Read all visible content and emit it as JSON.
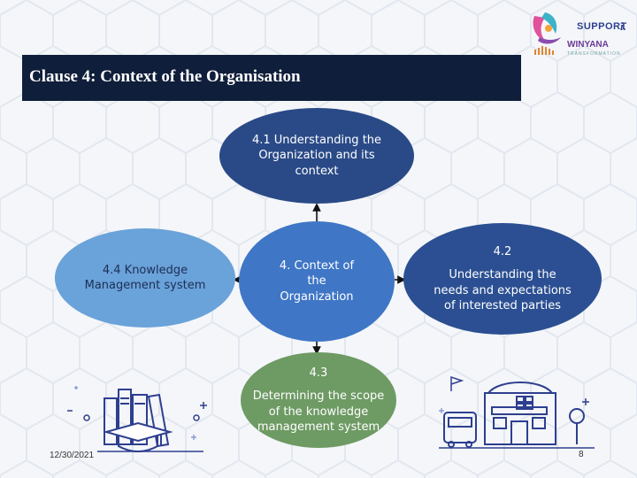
{
  "logo": {
    "line1": "SUPPORT",
    "mark": "i.",
    "line2": "WINYANA",
    "line3": "TRANSFORMATION"
  },
  "title": "Clause 4: Context of the Organisation",
  "nodes": {
    "top": "4.1 Understanding the\nOrganization and its\ncontext",
    "center": "4. Context of\nthe\nOrganization",
    "left": "4.4 Knowledge\nManagement system",
    "right_number": "4.2",
    "right": "Understanding the\nneeds and expectations\nof interested parties",
    "bottom_number": "4.3",
    "bottom": "Determining the scope\nof the knowledge\nmanagement system"
  },
  "footer": {
    "date": "12/30/2021",
    "page": "8"
  },
  "icons": [
    "books-graduation-cap-icon",
    "school-building-icon",
    "sparkle-icon"
  ],
  "colors": {
    "title_bar": "#0f1e3a",
    "node_top": "#2a4a87",
    "node_center": "#3f76c6",
    "node_left": "#6aa2da",
    "node_right": "#2b4f92",
    "node_bottom": "#6e9a64",
    "line_art": "#2e3f8f"
  }
}
